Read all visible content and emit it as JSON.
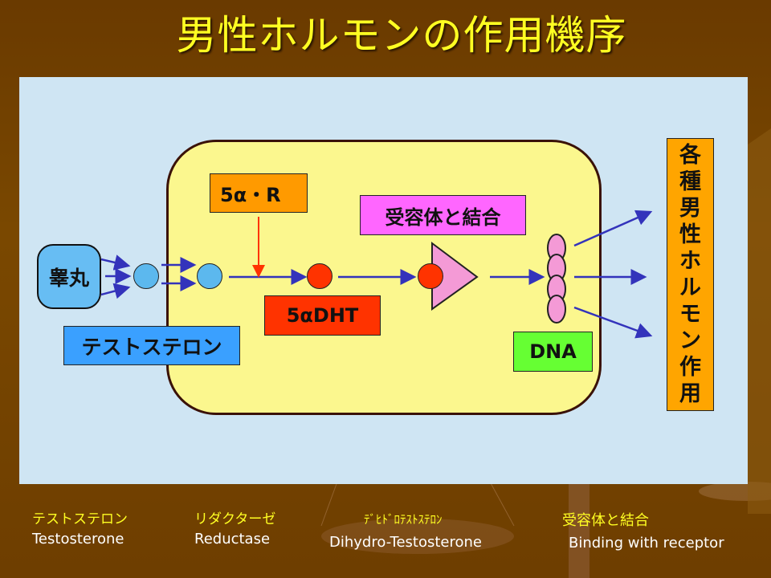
{
  "slide": {
    "title": "男性ホルモンの作用機序"
  },
  "diagram": {
    "testis_label": "睾丸",
    "testosterone_label": "テストステロン",
    "reductase_label": "5α・R",
    "dht_label": "5αDHT",
    "receptor_label": "受容体と結合",
    "dna_label": "DNA",
    "effects_label_chars": [
      "各",
      "種",
      "男",
      "性",
      "ホ",
      "ル",
      "モ",
      "ン",
      "作",
      "用"
    ]
  },
  "legend": [
    {
      "jp": "テストステロン",
      "en": "Testosterone"
    },
    {
      "jp": "リダクターゼ",
      "en": "Reductase"
    },
    {
      "jp": "ﾃﾞﾋﾄﾞﾛﾃｽﾄｽﾃﾛﾝ",
      "en": "Dihydro-Testosterone"
    },
    {
      "jp": "受容体と結合",
      "en": "Binding with receptor"
    }
  ],
  "colors": {
    "title": "#ffff22",
    "panel": "#cfe5f3",
    "cell": "#fbf78e",
    "testosterone_box": "#3aa0ff",
    "reductase_box": "#ff9a00",
    "dht_box": "#ff3300",
    "receptor_box": "#ff66ff",
    "dna_box": "#66ff33",
    "effects_box": "#ffa500",
    "arrow": "#3333bb",
    "reductase_arrow": "#ff3300"
  }
}
